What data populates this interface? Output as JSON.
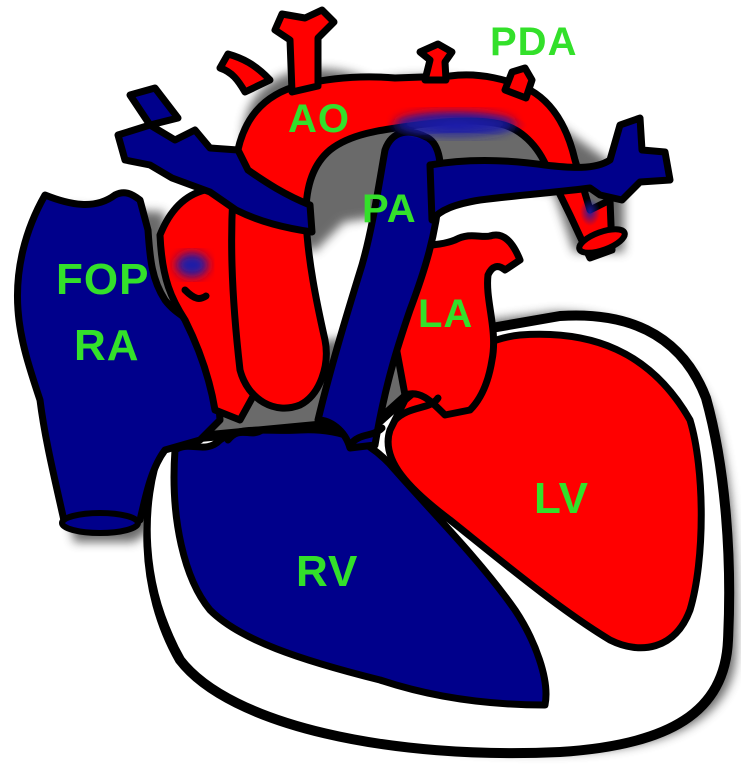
{
  "diagram": {
    "labels": {
      "pda": "PDA",
      "ao": "AO",
      "pa": "PA",
      "fop": "FOP",
      "ra": "RA",
      "la": "LA",
      "lv": "LV",
      "rv": "RV"
    },
    "colors": {
      "oxygenated": "#ff0000",
      "deoxygenated": "#00008b",
      "outline": "#000000",
      "label": "#33e02a",
      "shadow": "#5a5a5a",
      "background": "#ffffff"
    }
  }
}
